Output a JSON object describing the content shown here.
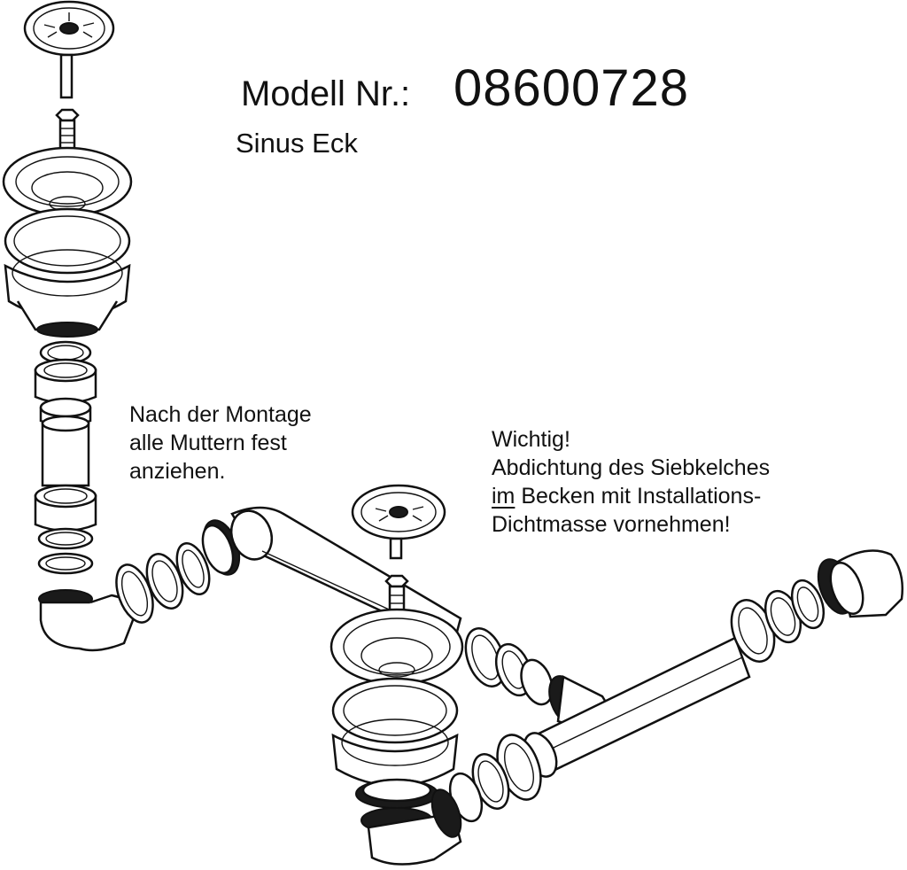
{
  "header": {
    "model_label": "Modell Nr.:",
    "model_number": "08600728",
    "model_name": "Sinus  Eck"
  },
  "notes": {
    "assembly": [
      "Nach der Montage",
      "alle Muttern fest",
      "anziehen."
    ],
    "important_title": "Wichtig!",
    "important_lines": [
      "Abdichtung des Siebkelches"
    ],
    "important_underlined": "im",
    "important_line3_rest": " Becken mit Installations-",
    "important_line4": "Dichtmasse vornehmen!"
  },
  "colors": {
    "line": "#111111",
    "fill": "#ffffff",
    "dark": "#1a1a1a"
  }
}
